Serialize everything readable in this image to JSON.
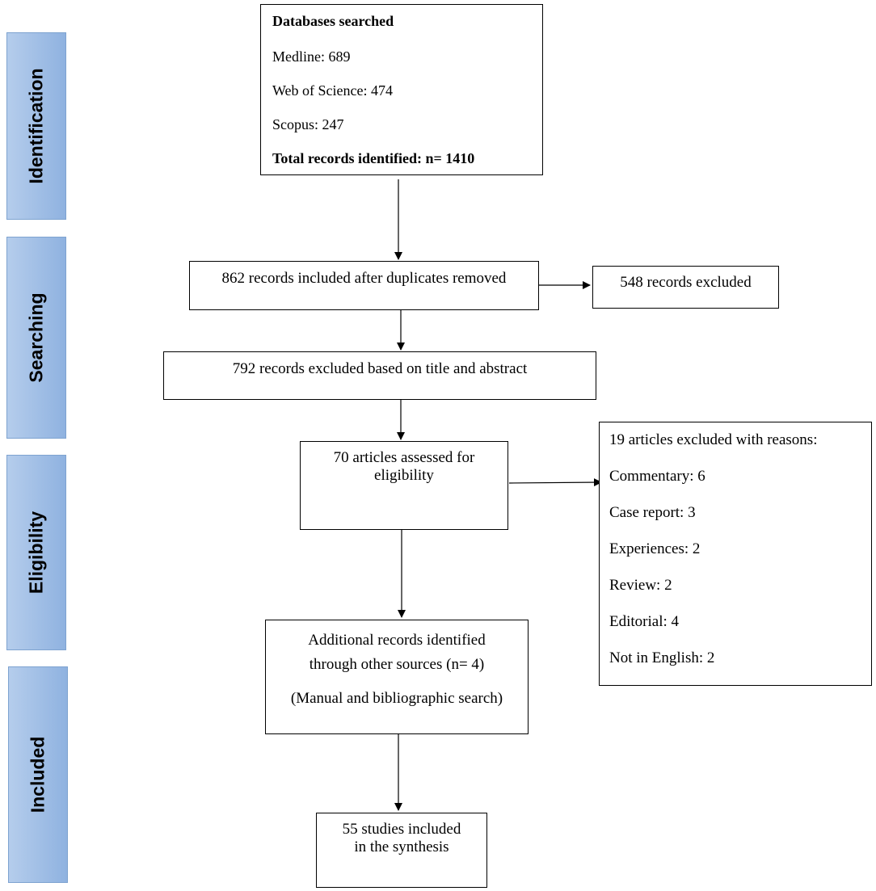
{
  "stages": [
    {
      "id": "identification",
      "label": "Identification"
    },
    {
      "id": "searching",
      "label": "Searching"
    },
    {
      "id": "eligibility",
      "label": "Eligibility"
    },
    {
      "id": "included",
      "label": "Included"
    }
  ],
  "boxes": {
    "databases": {
      "title": "Databases searched",
      "lines": [
        "Medline: 689",
        "Web of Science: 474",
        "Scopus: 247"
      ],
      "total": "Total records identified: n= 1410"
    },
    "after_duplicates": "862 records included after duplicates removed",
    "excluded_duplicates": "548 records excluded",
    "excluded_title_abstract": "792 records excluded based on title and abstract",
    "assessed": [
      "70 articles assessed for",
      "eligibility"
    ],
    "excluded_reasons": {
      "title": "19 articles excluded with reasons:",
      "items": [
        "Commentary: 6",
        "Case report: 3",
        "Experiences: 2",
        "Review: 2",
        "Editorial: 4",
        "Not in English: 2"
      ]
    },
    "additional": {
      "lines": [
        "Additional records identified",
        "through other sources (n= 4)"
      ],
      "note": "(Manual and bibliographic search)"
    },
    "included": [
      "55 studies included",
      "in the synthesis"
    ]
  },
  "colors": {
    "stage_fill": "#8fb2e0",
    "stage_border": "#7ea3d0",
    "line": "#000000"
  }
}
